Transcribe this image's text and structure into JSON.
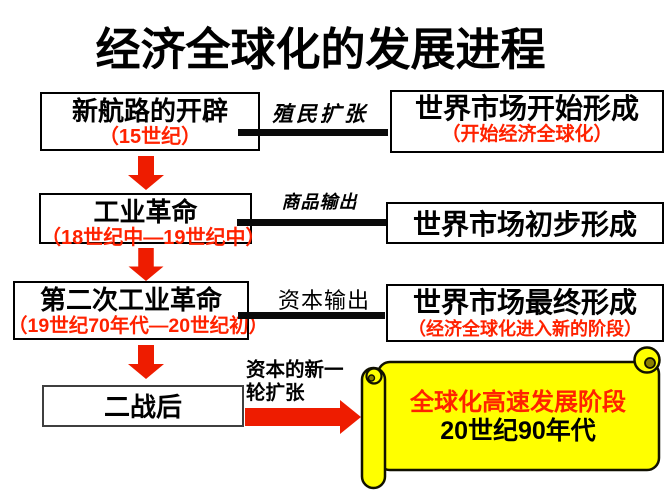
{
  "slide": {
    "title": "经济全球化的发展进程"
  },
  "rows": [
    {
      "stage": "新航路的开辟",
      "stage_period": "（15世纪）",
      "link_label": "殖民扩张",
      "result": "世界市场开始形成",
      "result_note": "（开始经济全球化）"
    },
    {
      "stage": "工业革命",
      "stage_period": "（18世纪中—19世纪中）",
      "link_label": "商品输出",
      "result": "世界市场初步形成"
    },
    {
      "stage": "第二次工业革命",
      "stage_period": "（19世纪70年代—20世纪初）",
      "link_label": "资本输出",
      "result": "世界市场最终形成",
      "result_note": "（经济全球化进入新的阶段）"
    },
    {
      "stage": "二战后",
      "link_label_line1": "资本的新一",
      "link_label_line2": "轮扩张",
      "result": "全球化高速发展阶段",
      "result_note": "20世纪90年代"
    }
  ],
  "colors": {
    "red_text": "#ff2200",
    "arrow_red": "#ee1c00",
    "scroll_fill": "#ffff00",
    "box_border": "#000000"
  }
}
